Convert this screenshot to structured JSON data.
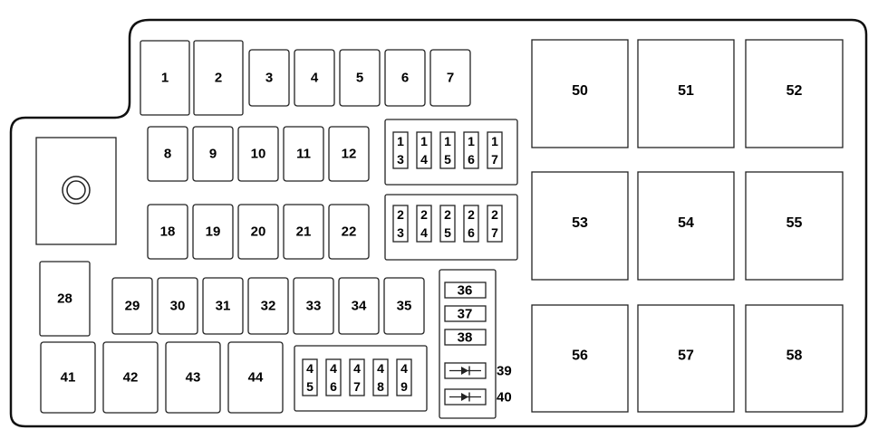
{
  "fuse_box": {
    "fuses_row1": [
      "1",
      "2",
      "3",
      "4",
      "5",
      "6",
      "7"
    ],
    "fuses_row2": [
      "8",
      "9",
      "10",
      "11",
      "12"
    ],
    "fuses_row3": [
      "18",
      "19",
      "20",
      "21",
      "22"
    ],
    "mini_group_a": [
      "13",
      "14",
      "15",
      "16",
      "17"
    ],
    "mini_group_b": [
      "23",
      "24",
      "25",
      "26",
      "27"
    ],
    "mini_group_c": [
      "45",
      "46",
      "47",
      "48",
      "49"
    ],
    "fuse_28": "28",
    "fuses_row4": [
      "29",
      "30",
      "31",
      "32",
      "33",
      "34",
      "35"
    ],
    "fuses_row5": [
      "41",
      "42",
      "43",
      "44"
    ],
    "small_fuses": [
      "36",
      "37",
      "38"
    ],
    "diodes": [
      "39",
      "40"
    ],
    "relays": [
      "50",
      "51",
      "52",
      "53",
      "54",
      "55",
      "56",
      "57",
      "58"
    ]
  }
}
